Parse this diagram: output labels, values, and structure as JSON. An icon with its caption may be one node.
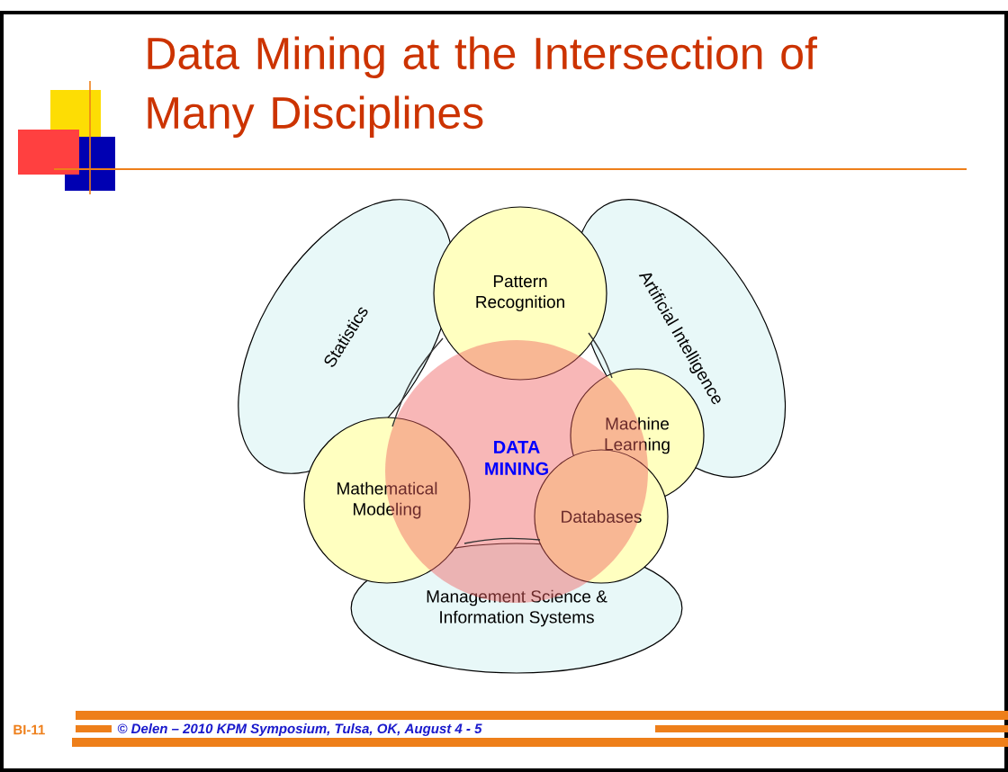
{
  "diagram": {
    "title": "Data Mining at the Intersection of Many Disciplines",
    "nodes": [
      {
        "text": [
          "Statistics"
        ]
      },
      {
        "text": [
          "Artificial Intelligence"
        ]
      },
      {
        "text": [
          "Management Science & Information Systems"
        ]
      },
      {
        "text": [
          "Pattern Recognition"
        ]
      },
      {
        "text": [
          "Machine Learning"
        ]
      },
      {
        "text": [
          "Mathematical Modeling"
        ]
      },
      {
        "text": [
          "Databases"
        ]
      },
      {
        "text": [
          "DATA MINING"
        ]
      }
    ],
    "edges": [],
    "labels": [
      "BI-11",
      "© Delen –    2010 KPM Symposium, Tulsa, OK, August 4 - 5"
    ]
  }
}
